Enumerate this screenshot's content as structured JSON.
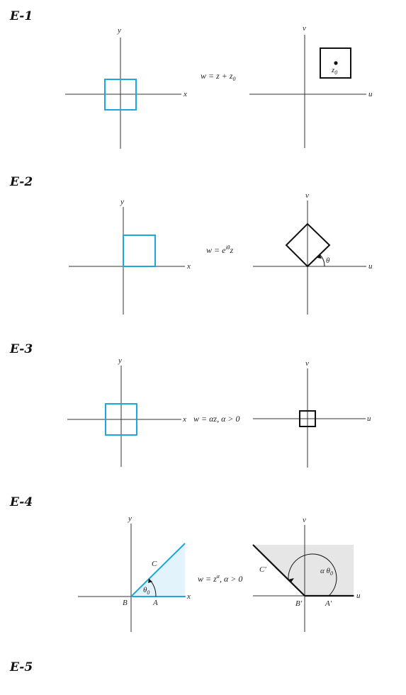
{
  "sections": [
    {
      "heading": "E-1",
      "left_axes": {
        "x": "x",
        "y": "y"
      },
      "right_axes": {
        "u": "u",
        "v": "v"
      },
      "map": {
        "main": "w = z + z",
        "sub": "0"
      },
      "point": {
        "main": "z",
        "sub": "0"
      }
    },
    {
      "heading": "E-2",
      "left_axes": {
        "x": "x",
        "y": "y"
      },
      "right_axes": {
        "u": "u",
        "v": "v"
      },
      "map": {
        "pre": "w = e",
        "sup": "iθ",
        "post": "z"
      },
      "angle_label": "θ"
    },
    {
      "heading": "E-3",
      "left_axes": {
        "x": "x",
        "y": "y"
      },
      "right_axes": {
        "u": "u",
        "v": "v"
      },
      "map": "w = αz,  α > 0"
    },
    {
      "heading": "E-4",
      "left_axes": {
        "x": "x",
        "y": "y"
      },
      "right_axes": {
        "u": "u",
        "v": "v"
      },
      "map": {
        "pre": "w = z",
        "sup": "α",
        "post": ", α > 0"
      },
      "left_points": {
        "B": "B",
        "A": "A",
        "C": "C"
      },
      "left_angle": {
        "main": "θ",
        "sub": "0"
      },
      "right_points": {
        "B": "B′",
        "A": "A′",
        "C": "C′"
      },
      "right_angle": {
        "main": "α θ",
        "sub": "0"
      },
      "colors": {
        "wedge_fill": "#e3f3fc",
        "region_fill": "#e6e6e6"
      }
    },
    {
      "heading": "E-5"
    }
  ],
  "colors": {
    "accent": "#1ca8dd",
    "ink": "#111111"
  }
}
